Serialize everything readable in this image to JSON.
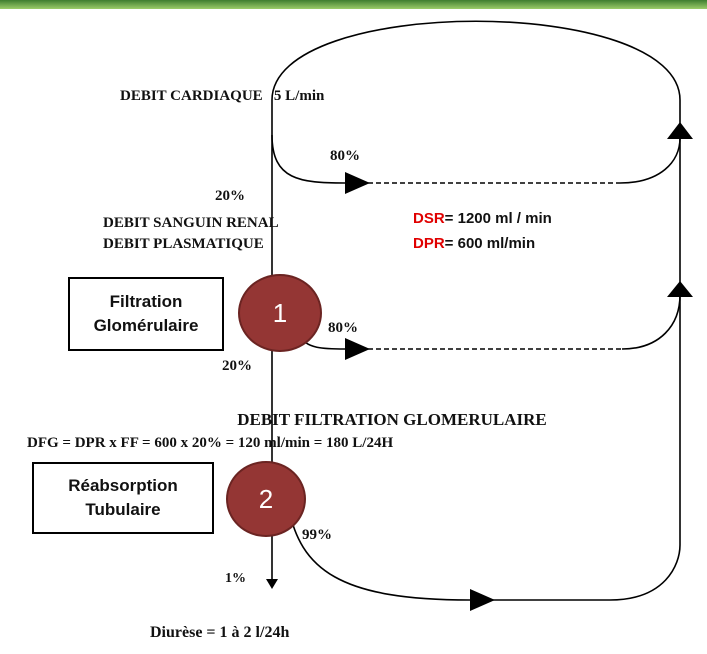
{
  "diagram": {
    "debit_cardiaque": "DEBIT CARDIAQUE   5 L/min",
    "pct_80_top": "80%",
    "pct_20_top": "20%",
    "debit_sanguin_renal": "DEBIT SANGUIN RENAL",
    "debit_plasmatique": "DEBIT PLASMATIQUE",
    "dsr_label": "DSR",
    "dsr_value": "= 1200 ml / min",
    "dpr_label": "DPR",
    "dpr_value": "= 600 ml/min",
    "filtration_line1": "Filtration",
    "filtration_line2": "Glomérulaire",
    "badge_1": "1",
    "pct_80_mid": "80%",
    "pct_20_mid": "20%",
    "dfg_title": "DEBIT FILTRATION GLOMERULAIRE",
    "dfg_formula": "DFG = DPR x FF = 600 x 20% = 120 ml/min = 180 L/24H",
    "reabsorption_line1": "Réabsorption",
    "reabsorption_line2": "Tubulaire",
    "badge_2": "2",
    "pct_99": "99%",
    "pct_1": "1%",
    "diurese": "Diurèse = 1 à 2 l/24h"
  },
  "colors": {
    "accent_red": "#e00000",
    "badge_fill": "#943634",
    "top_bar": "#5a9a3c"
  }
}
